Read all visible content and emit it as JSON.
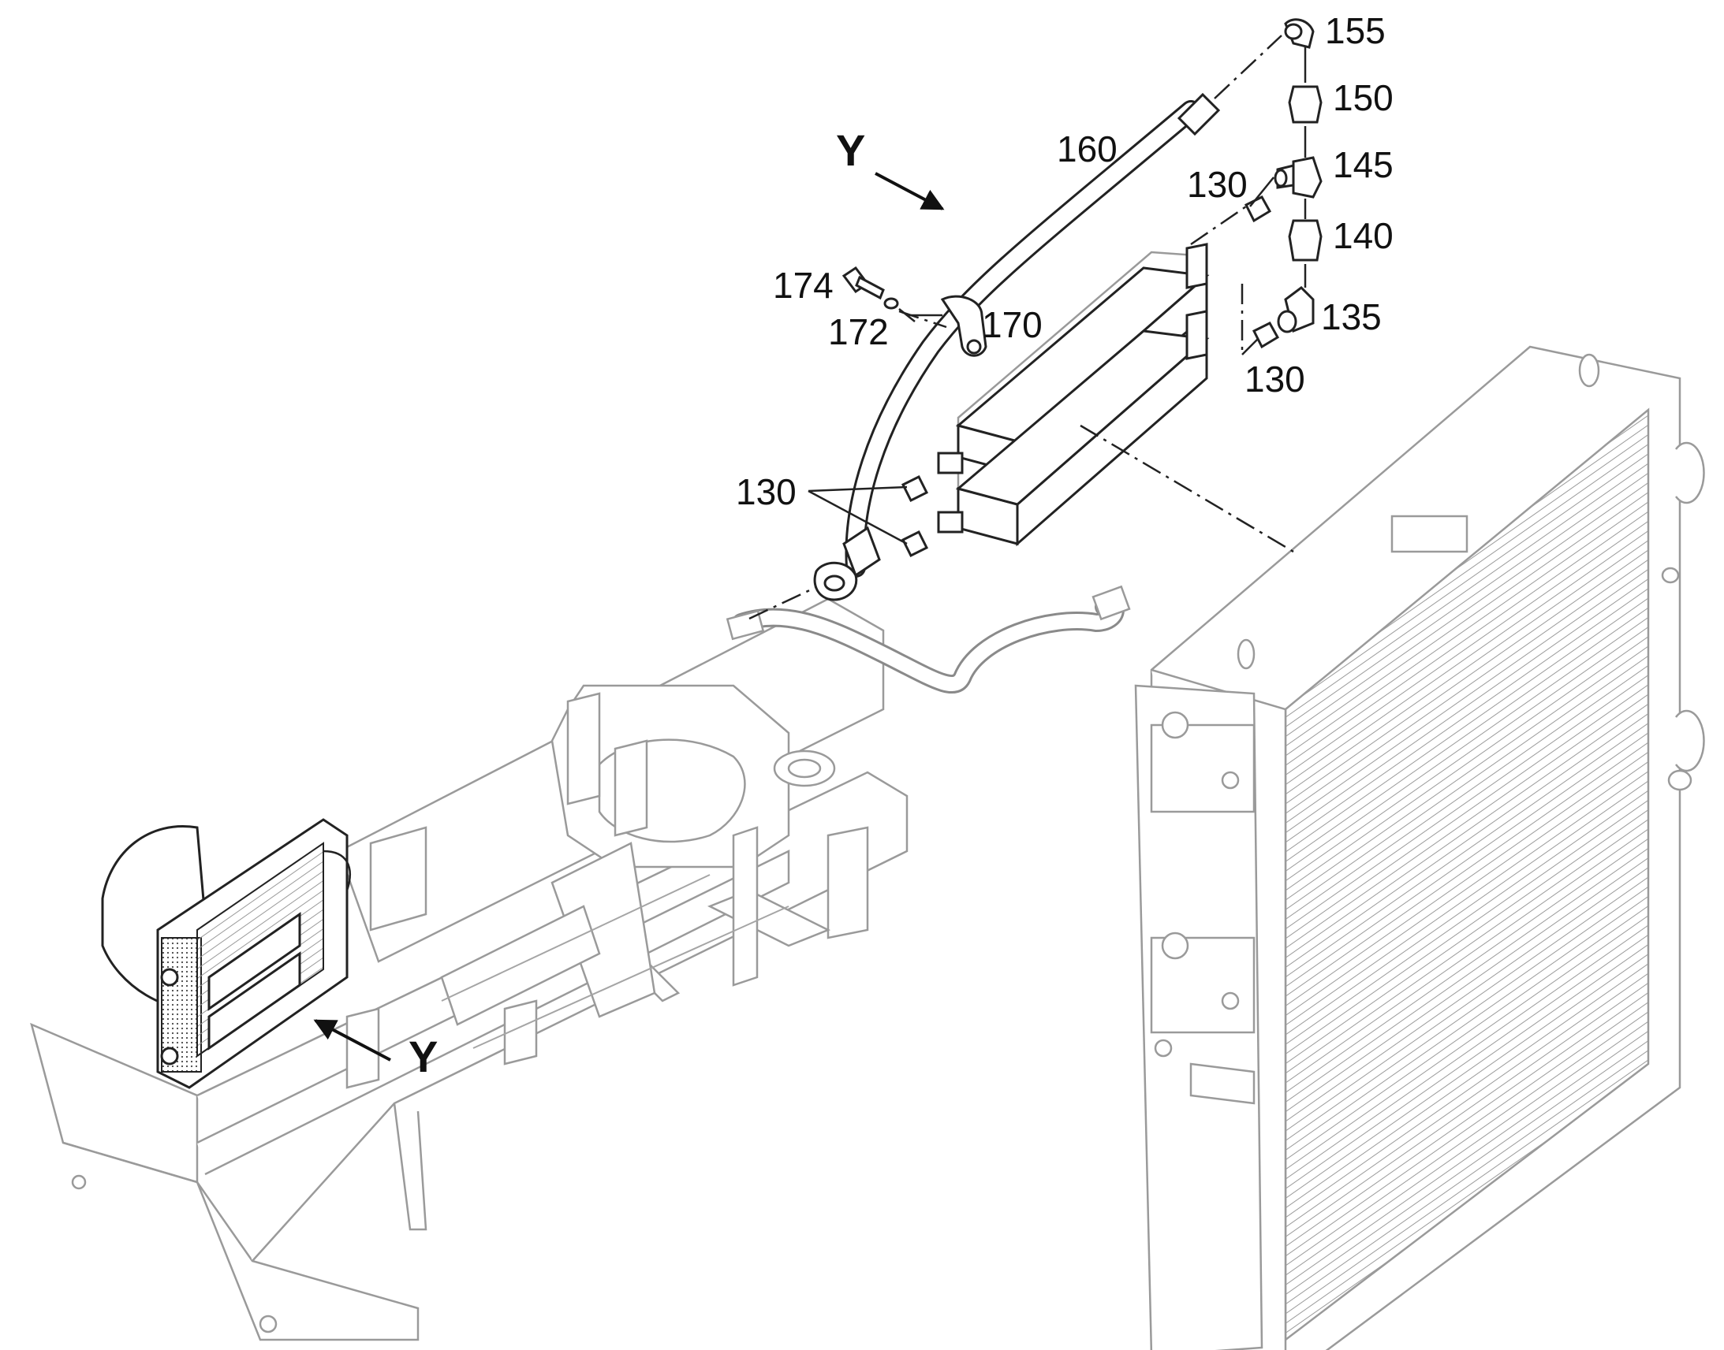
{
  "callouts": [
    {
      "id": "c155",
      "text": "155"
    },
    {
      "id": "c150",
      "text": "150"
    },
    {
      "id": "c145",
      "text": "145"
    },
    {
      "id": "c140",
      "text": "140"
    },
    {
      "id": "c135",
      "text": "135"
    },
    {
      "id": "c130a",
      "text": "130"
    },
    {
      "id": "c130b",
      "text": "130"
    },
    {
      "id": "c130c",
      "text": "130"
    },
    {
      "id": "c160",
      "text": "160"
    },
    {
      "id": "c170",
      "text": "170"
    },
    {
      "id": "c172",
      "text": "172"
    },
    {
      "id": "c174",
      "text": "174"
    }
  ],
  "view_marker": {
    "top_label": "Y",
    "bottom_label": "Y"
  }
}
